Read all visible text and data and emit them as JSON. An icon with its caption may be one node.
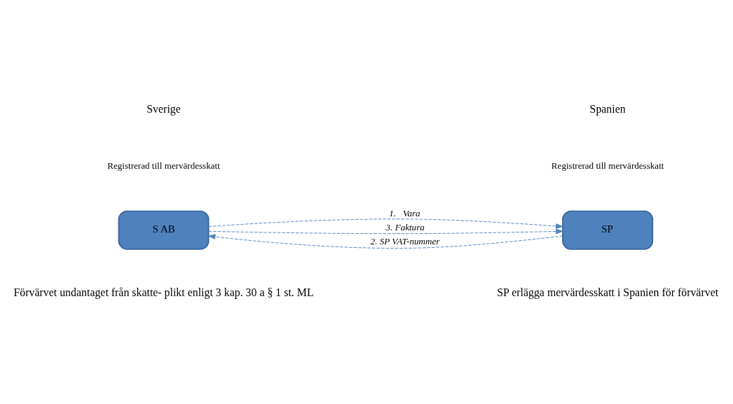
{
  "diagram": {
    "nodes": [
      {
        "text": [
          "S AB"
        ]
      },
      {
        "text": [
          "SP"
        ]
      }
    ],
    "edges": [
      {
        "from": 0,
        "to": 1,
        "arrow": "to",
        "label": "1.   Vara",
        "style": "dashed"
      },
      {
        "from": 0,
        "to": 1,
        "arrow": "to",
        "label": "3. Faktura",
        "style": "dashed"
      },
      {
        "from": 1,
        "to": 0,
        "arrow": "to",
        "label": "2. SP VAT-nummer",
        "style": "dashed"
      }
    ],
    "labels": [
      "Sverige",
      "Spanien",
      "Registrerad till mervärdesskatt",
      "Registrerad till mervärdesskatt",
      "Förvärvet undantaget från skatte- plikt enligt 3 kap. 30 a § 1 st. ML",
      "SP erlägga mervärdesskatt i Spanien för förvärvet"
    ]
  }
}
